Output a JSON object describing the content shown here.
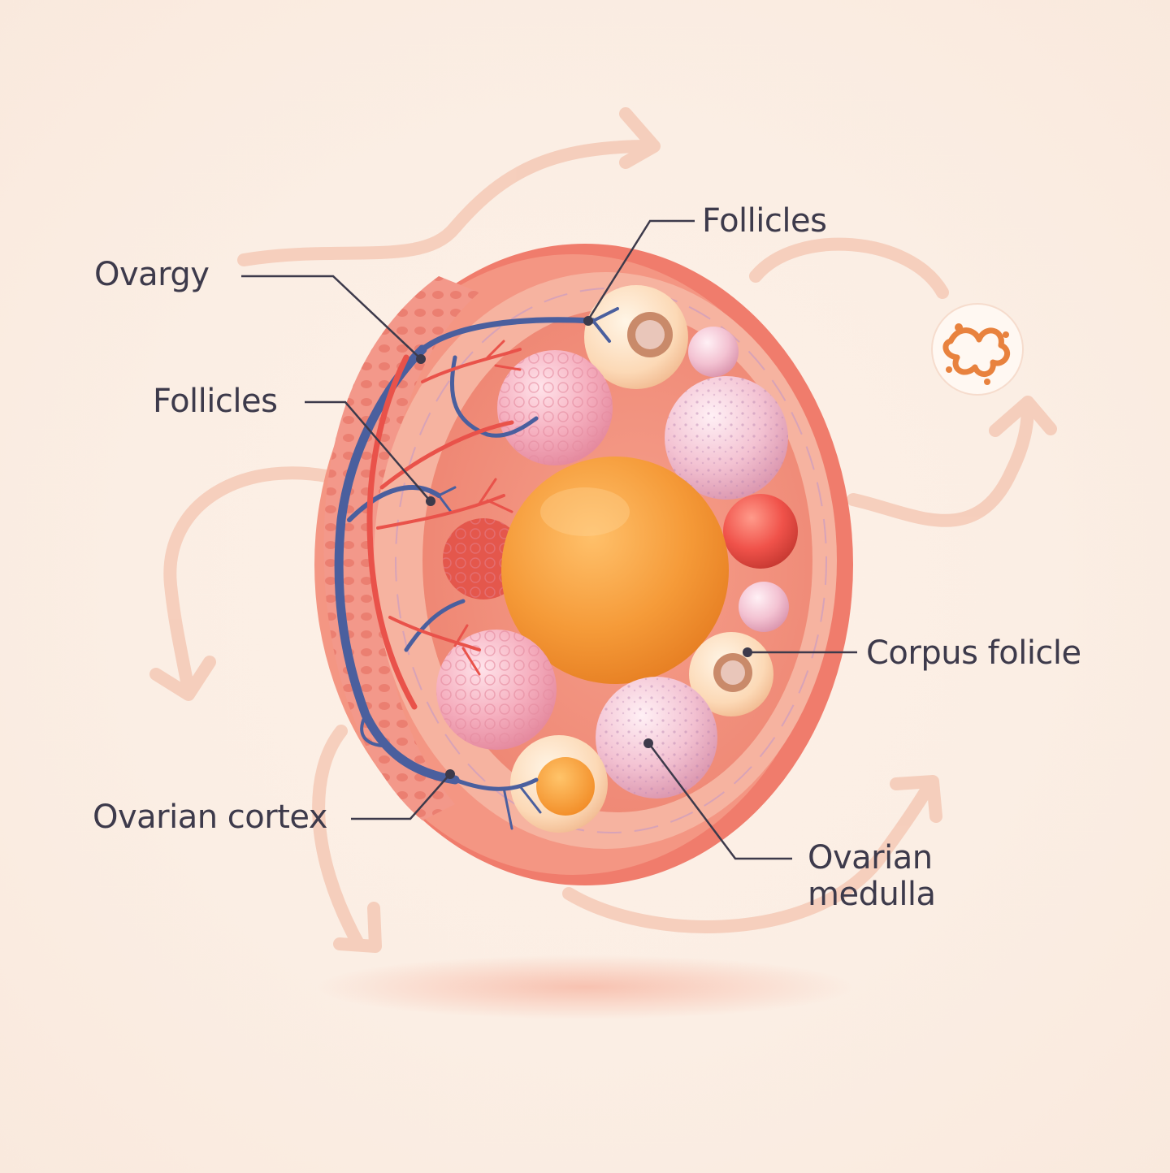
{
  "labels": {
    "ovary": "Ovargy",
    "follicles_left": "Follicles",
    "follicles_top": "Follicles",
    "corpus": "Corpus folicle",
    "cortex": "Ovarian cortex",
    "medulla": "Ovarian\nmedulla"
  },
  "colors": {
    "background": "#fbeee4",
    "outer_wall": "#f07c6c",
    "stroma": "#f6b2a0",
    "artery": "#e9524a",
    "vein": "#4a5f9e",
    "dominant_follicle": "#f49a3a",
    "label_text": "#3d3a4b",
    "arrow": "#f4c3ad"
  },
  "icons": {
    "cell": "cell-icon",
    "arrows": "flow-arrow-icon"
  }
}
